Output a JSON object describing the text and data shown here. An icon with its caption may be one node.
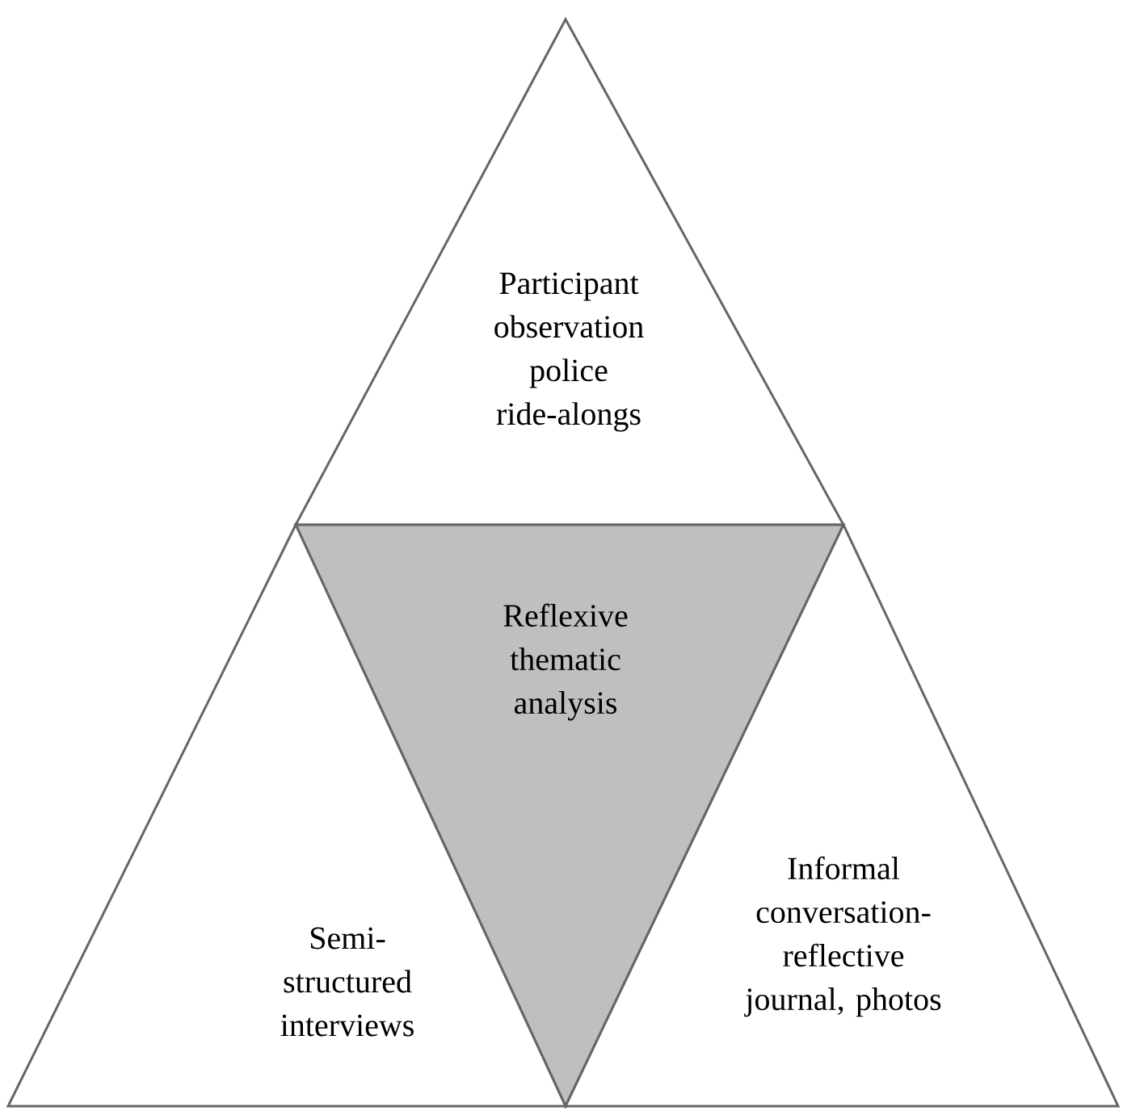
{
  "diagram": {
    "nodes": [
      {
        "text": [
          "Participant observation police ride-alongs"
        ]
      },
      {
        "text": [
          "Reflexive thematic analysis"
        ]
      },
      {
        "text": [
          "Semi-structured interviews"
        ]
      },
      {
        "text": [
          "Informal conversation-reflective journal, photos"
        ]
      }
    ]
  }
}
